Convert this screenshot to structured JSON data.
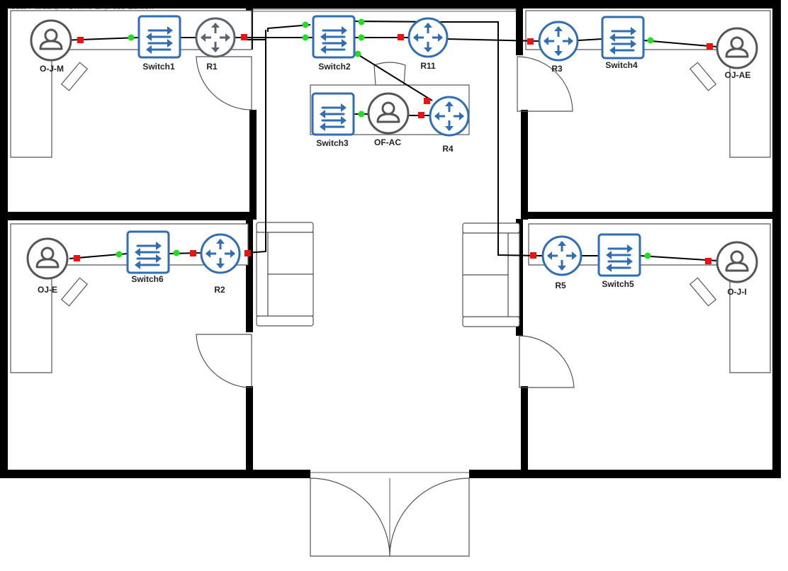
{
  "watermark": "Visual Paradigm Online Express Edition",
  "devices": {
    "switch1": "Switch1",
    "switch2": "Switch2",
    "switch3": "Switch3",
    "switch4": "Switch4",
    "switch5": "Switch5",
    "switch6": "Switch6",
    "r1": "R1",
    "r2": "R2",
    "r3": "R3",
    "r4": "R4",
    "r5": "R5",
    "r11": "R11",
    "oj_m": "O-J-M",
    "oj_ae": "OJ-AE",
    "oj_e": "OJ-E",
    "oj_i": "O-J-I",
    "of_ac": "OF-AC"
  },
  "colors": {
    "switch_blue": "#2f6db5",
    "router_blue": "#2f6db5",
    "router_gray": "#5a6470",
    "user_gray": "#555555",
    "port_green": "#22dd22",
    "port_red": "#ee1111"
  }
}
